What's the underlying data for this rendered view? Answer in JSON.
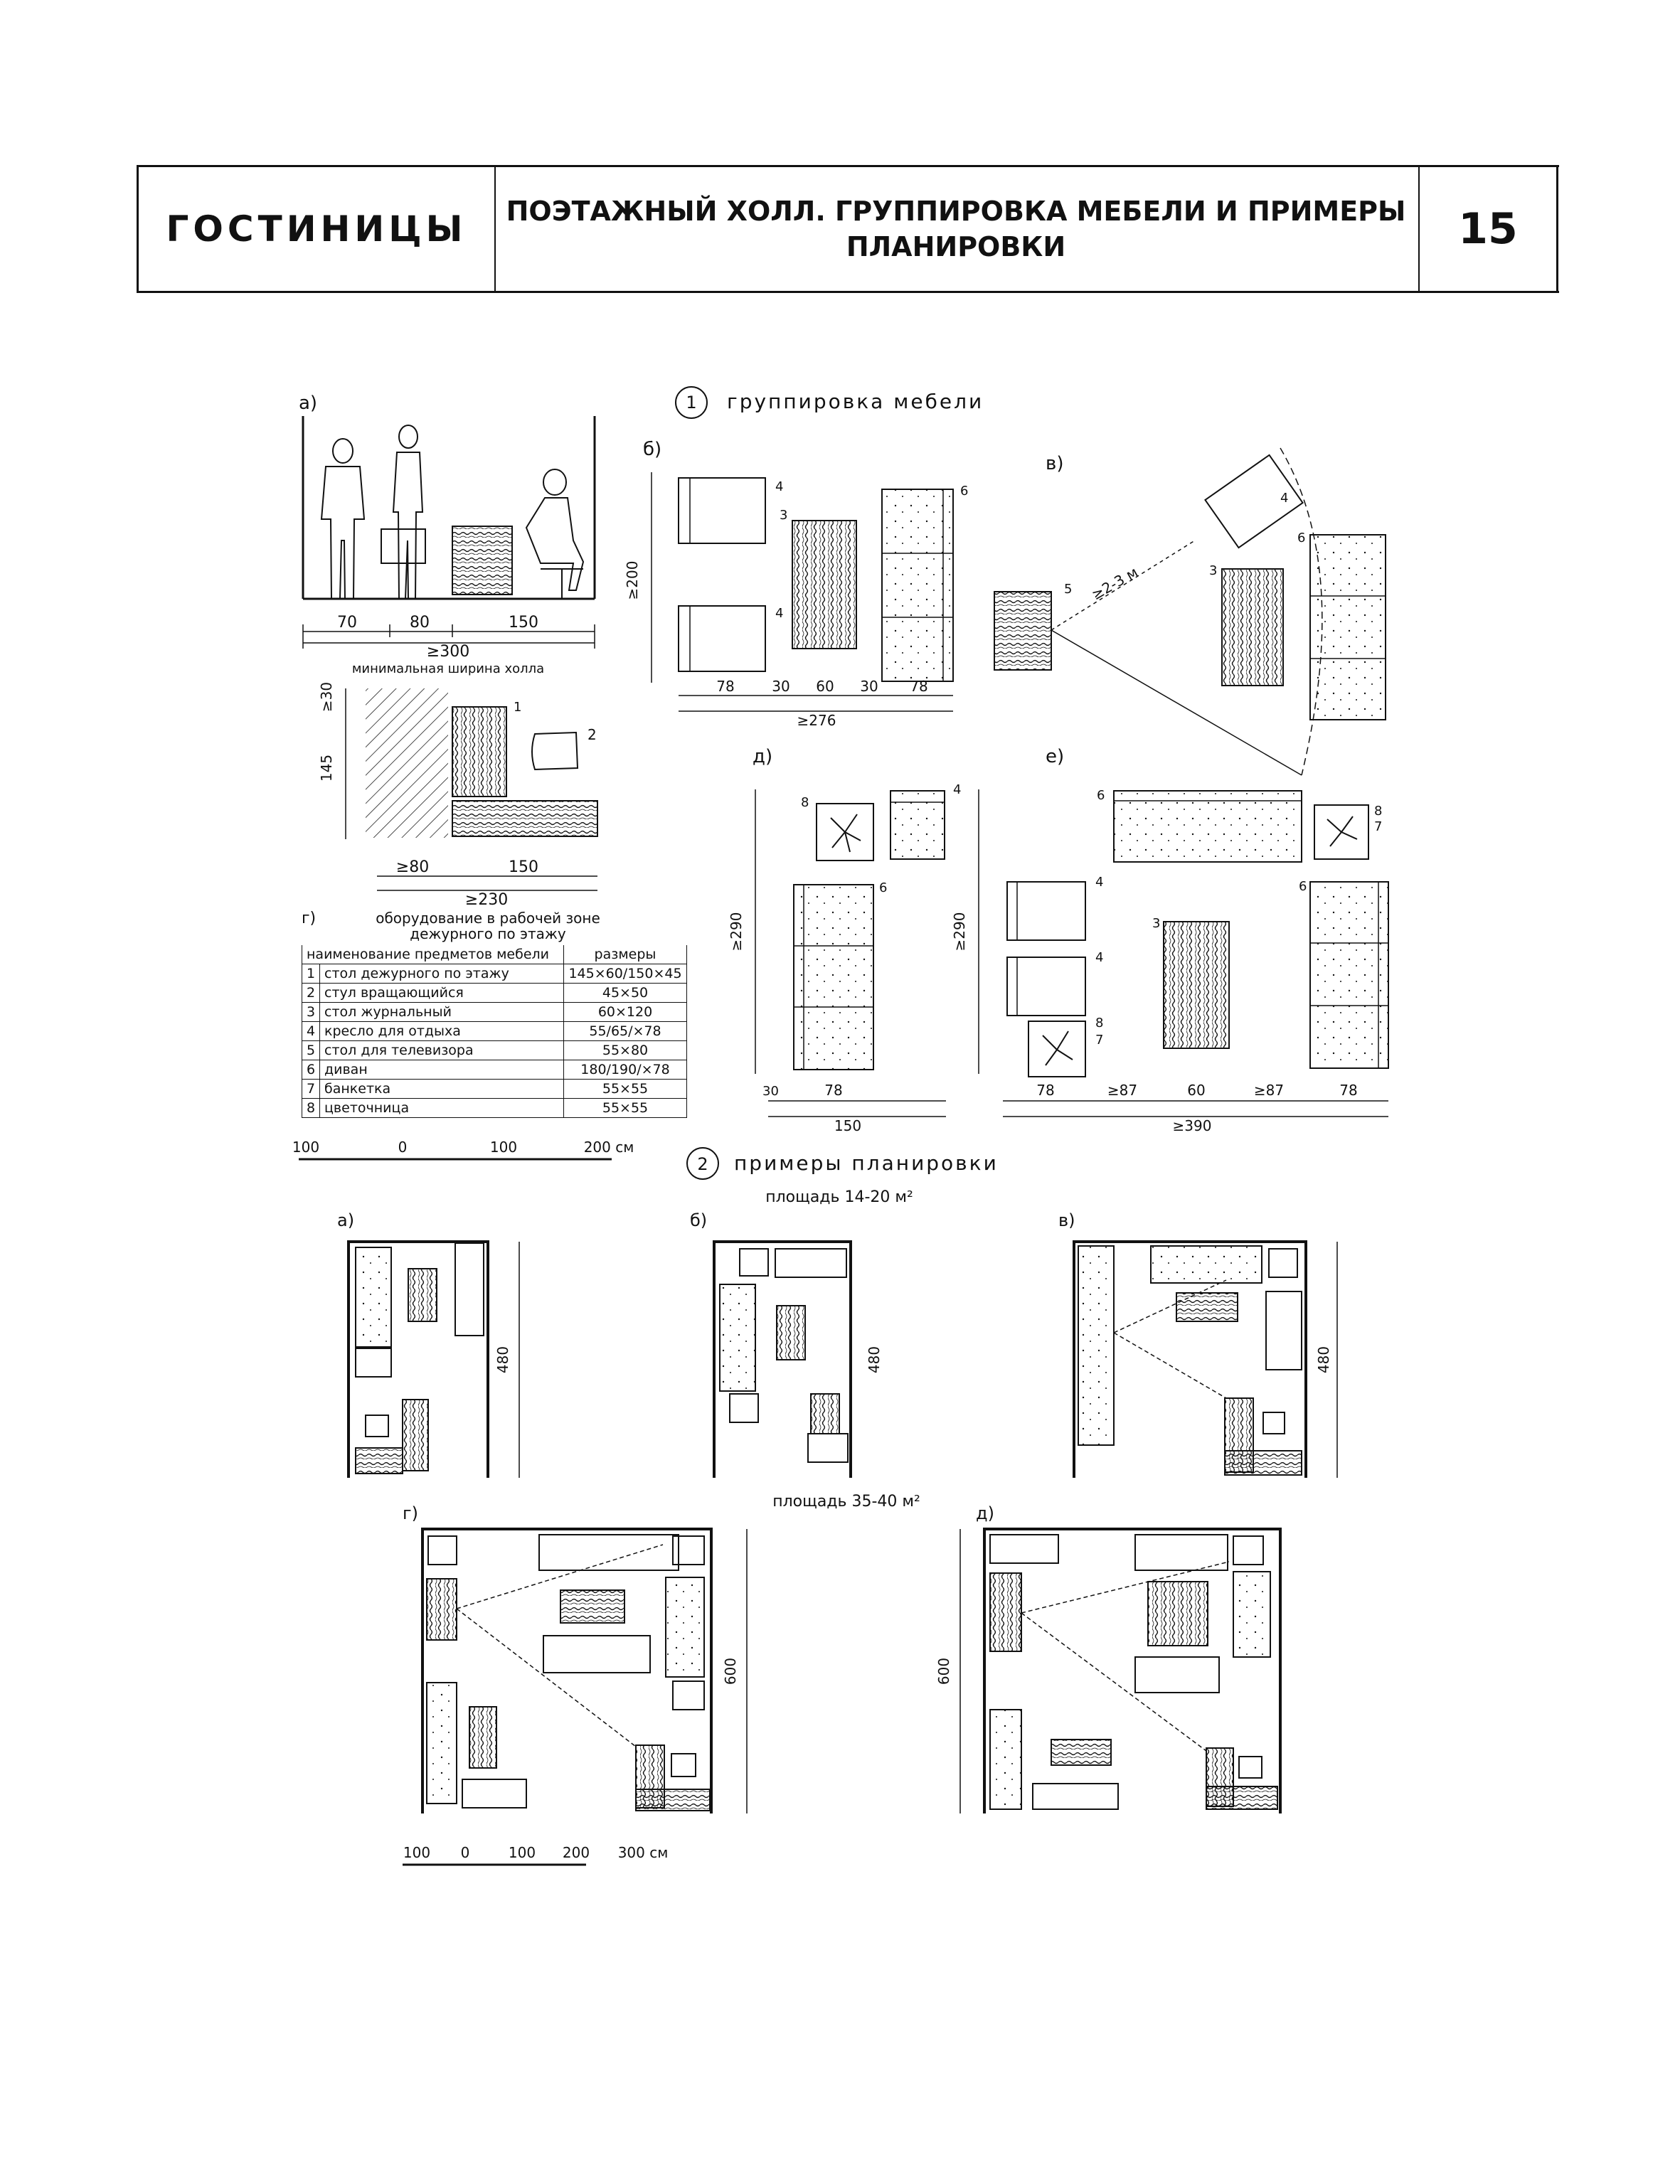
{
  "header": {
    "section": "ГОСТИНИЦЫ",
    "title_line1": "ПОЭТАЖНЫЙ ХОЛЛ. ГРУППИРОВКА МЕБЕЛИ И ПРИМЕРЫ",
    "title_line2": "ПЛАНИРОВКИ",
    "page_number": "15"
  },
  "part1": {
    "number": "1",
    "title": "группировка мебели",
    "a": {
      "label": "а)",
      "dims": [
        "70",
        "80",
        "150"
      ],
      "total": "≥300",
      "caption": "минимальная ширина холла"
    },
    "work": {
      "dim_top": "≥30",
      "dim_side": "145",
      "dims_bottom": [
        "≥80",
        "150"
      ],
      "total": "≥230",
      "num1": "1",
      "num2": "2"
    },
    "b": {
      "label": "б)",
      "height": "≥200",
      "dims": [
        "78",
        "30",
        "60",
        "30",
        "78"
      ],
      "total": "≥276",
      "n3": "3",
      "n4": "4",
      "n6": "6"
    },
    "v": {
      "label": "в)",
      "dist": "≥2-3 м",
      "n3": "3",
      "n4": "4",
      "n5": "5",
      "n6": "6"
    },
    "d": {
      "label": "д)",
      "height": "≥290",
      "dims": [
        "30",
        "78"
      ],
      "total": "150",
      "n4": "4",
      "n6": "6",
      "n8": "8"
    },
    "e": {
      "label": "е)",
      "height": "≥290",
      "dims": [
        "78",
        "≥87",
        "60",
        "≥87",
        "78"
      ],
      "total": "≥390",
      "n3": "3",
      "n4": "4",
      "n6": "6",
      "n7": "7",
      "n8": "8"
    }
  },
  "table": {
    "label": "г)",
    "caption_line1": "оборудование в рабочей зоне",
    "caption_line2": "дежурного по этажу",
    "col_name": "наименование предметов мебели",
    "col_size": "размеры",
    "rows": [
      {
        "n": "1",
        "name": "стол дежурного по этажу",
        "size": "145×60/150×45"
      },
      {
        "n": "2",
        "name": "стул вращающийся",
        "size": "45×50"
      },
      {
        "n": "3",
        "name": "стол журнальный",
        "size": "60×120"
      },
      {
        "n": "4",
        "name": "кресло для отдыха",
        "size": "55/65/×78"
      },
      {
        "n": "5",
        "name": "стол для телевизора",
        "size": "55×80"
      },
      {
        "n": "6",
        "name": "диван",
        "size": "180/190/×78"
      },
      {
        "n": "7",
        "name": "банкетка",
        "size": "55×55"
      },
      {
        "n": "8",
        "name": "цветочница",
        "size": "55×55"
      }
    ]
  },
  "scale1": [
    "100",
    "0",
    "100",
    "200 см"
  ],
  "part2": {
    "number": "2",
    "title": "примеры планировки",
    "area1": "площадь 14-20 м²",
    "area2": "площадь 35-40 м²",
    "plans": [
      {
        "label": "а)",
        "dim": "480"
      },
      {
        "label": "б)",
        "dim": "480"
      },
      {
        "label": "в)",
        "dim": "480"
      },
      {
        "label": "г)",
        "dim": "600"
      },
      {
        "label": "д)",
        "dim": "600"
      }
    ],
    "scale2": [
      "100",
      "0",
      "100",
      "200",
      "300 см"
    ]
  },
  "colors": {
    "ink": "#111111",
    "paper": "#ffffff"
  }
}
